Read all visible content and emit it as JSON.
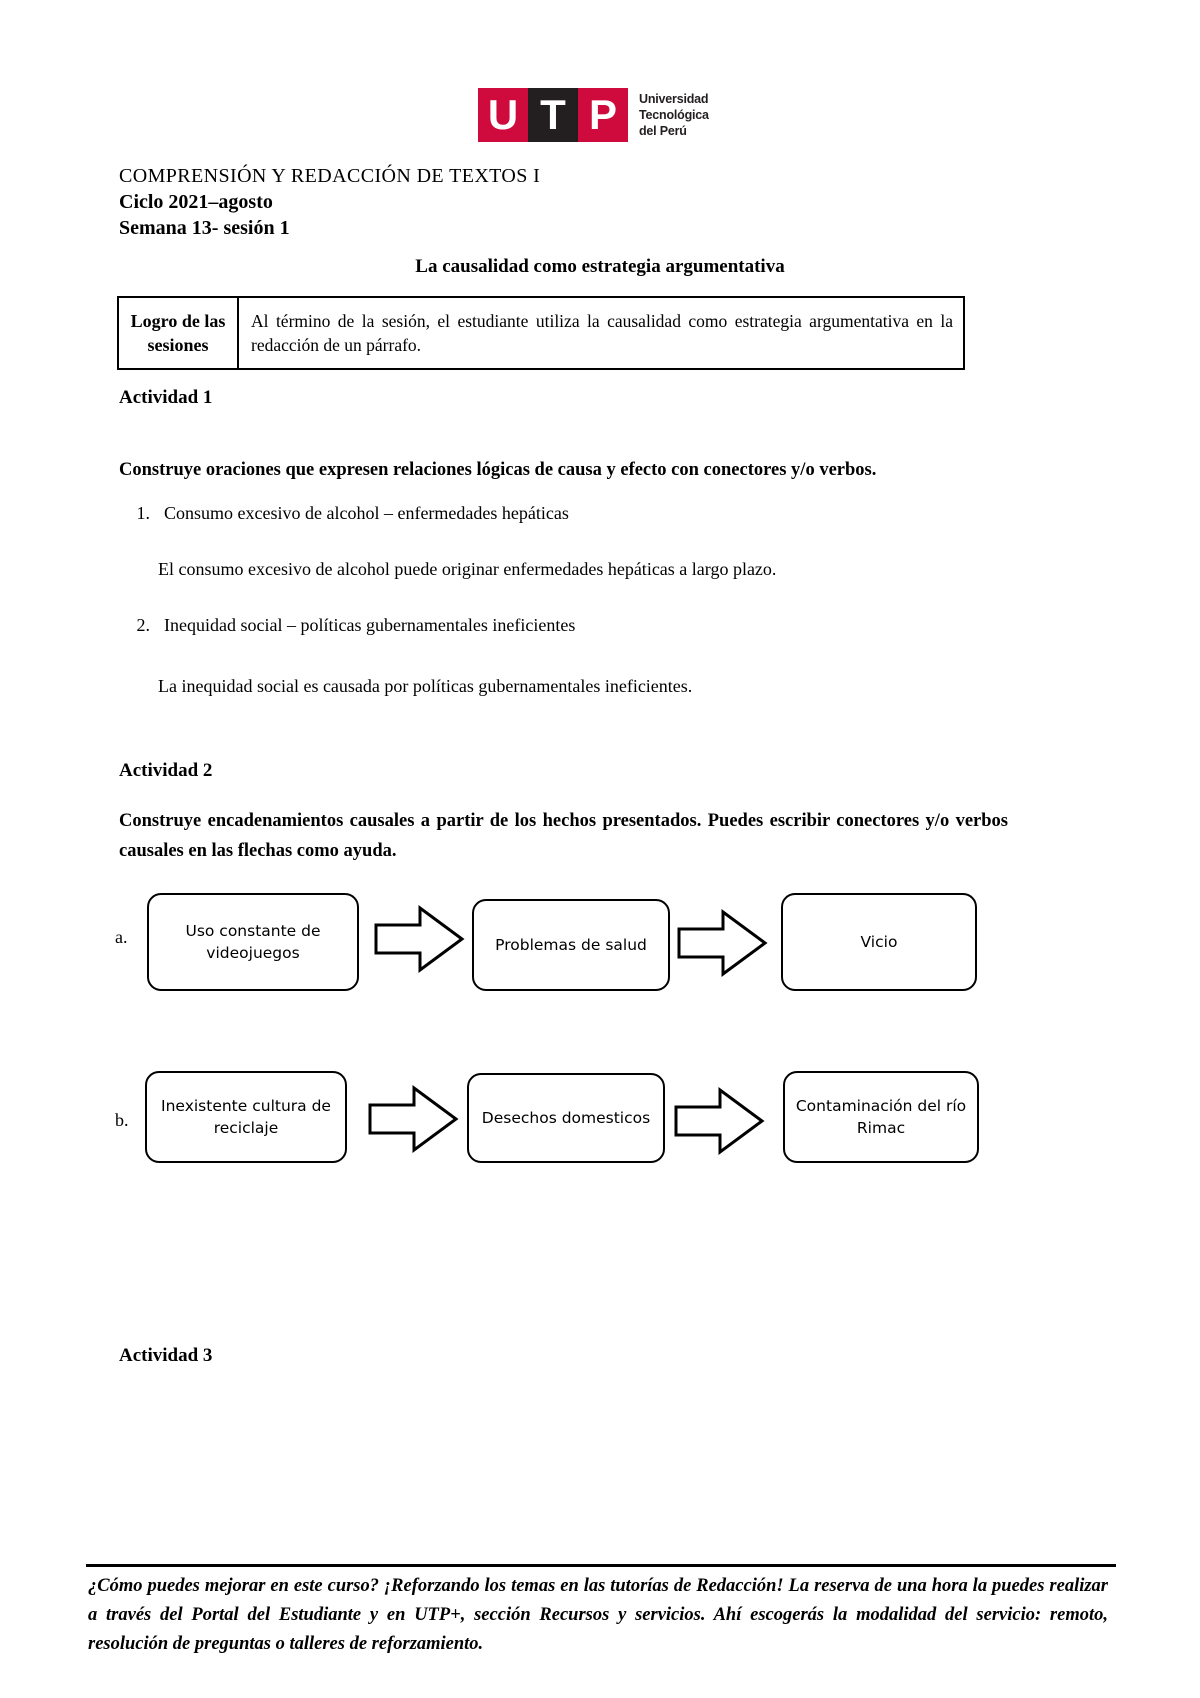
{
  "logo": {
    "letters": [
      "U",
      "T",
      "P"
    ],
    "tagline_line1": "Universidad",
    "tagline_line2": "Tecnológica",
    "tagline_line3": "del Perú",
    "red": "#cf0a3c",
    "black": "#231f20"
  },
  "header": {
    "course": "COMPRENSIÓN Y REDACCIÓN DE TEXTOS I",
    "cycle": "Ciclo 2021–agosto",
    "session": "Semana 13- sesión 1",
    "title": "La causalidad como estrategia argumentativa"
  },
  "logro_table": {
    "label": "Logro de las sesiones",
    "text": "Al término de la sesión, el estudiante utiliza la causalidad como estrategia argumentativa en la redacción de un párrafo."
  },
  "activity1": {
    "heading": "Actividad 1",
    "prompt": "Construye oraciones que expresen relaciones lógicas de causa y efecto con conectores y/o verbos.",
    "items": [
      {
        "number": "1.",
        "pair": "Consumo excesivo de alcohol – enfermedades hepáticas",
        "answer": "El consumo excesivo de alcohol puede originar enfermedades hepáticas a largo plazo."
      },
      {
        "number": "2.",
        "pair": "Inequidad social – políticas gubernamentales ineficientes",
        "answer": "La inequidad social es causada por políticas gubernamentales ineficientes."
      }
    ]
  },
  "activity2": {
    "heading": "Actividad 2",
    "prompt": "Construye encadenamientos causales a partir de los hechos presentados. Puedes escribir conectores y/o verbos causales en las flechas como ayuda.",
    "chains": [
      {
        "letter": "a.",
        "boxes": [
          "Uso constante de videojuegos",
          "Problemas de salud",
          "Vicio"
        ]
      },
      {
        "letter": "b.",
        "boxes": [
          "Inexistente cultura de reciclaje",
          "Desechos domesticos",
          "Contaminación del río Rimac"
        ]
      }
    ]
  },
  "activity3": {
    "heading": "Actividad 3"
  },
  "footer": {
    "text": "¿Cómo puedes mejorar en este curso? ¡Reforzando los temas en las tutorías de Redacción! La reserva de una hora la puedes realizar a través del Portal del Estudiante y en UTP+, sección Recursos y servicios. Ahí escogerás la modalidad del servicio: remoto, resolución de preguntas o talleres de reforzamiento."
  }
}
